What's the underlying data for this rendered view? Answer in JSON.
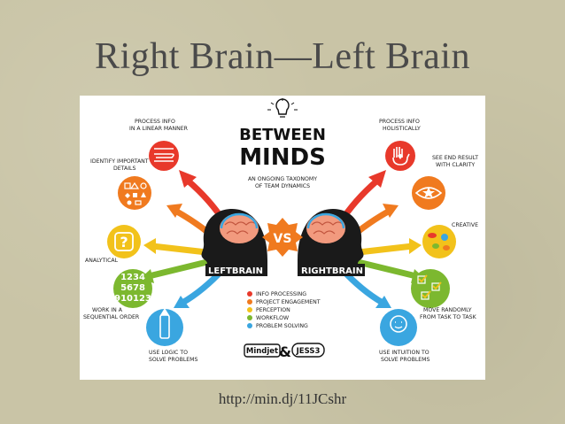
{
  "slide": {
    "title": "Right Brain—Left Brain",
    "link": "http://min.dj/11JCshr"
  },
  "poster": {
    "title_line1": "BETWEEN",
    "title_line2": "MINDS",
    "subtitle_line1": "AN ONGOING TAXONOMY",
    "subtitle_line2": "OF TEAM DYNAMICS",
    "vs": "VS",
    "left_brain": "LEFTBRAIN",
    "right_brain": "RIGHTBRAIN",
    "left_labels": [
      {
        "line1": "PROCESS INFO",
        "line2": "IN A LINEAR MANNER"
      },
      {
        "line1": "IDENTIFY IMPORTANT",
        "line2": "DETAILS"
      },
      {
        "line1": "ANALYTICAL",
        "line2": ""
      },
      {
        "line1": "WORK IN A",
        "line2": "SEQUENTIAL ORDER"
      },
      {
        "line1": "USE LOGIC TO",
        "line2": "SOLVE PROBLEMS"
      }
    ],
    "right_labels": [
      {
        "line1": "PROCESS INFO",
        "line2": "HOLISTICALLY"
      },
      {
        "line1": "SEE END RESULT",
        "line2": "WITH CLARITY"
      },
      {
        "line1": "CREATIVE",
        "line2": ""
      },
      {
        "line1": "MOVE RANDOMLY",
        "line2": "FROM TASK TO TASK"
      },
      {
        "line1": "USE INTUITION TO",
        "line2": "SOLVE PROBLEMS"
      }
    ],
    "numbers": [
      "1234",
      "5678",
      "910123"
    ],
    "question_mark": "?",
    "legend": [
      {
        "label": "INFO PROCESSING",
        "color": "#e8392b"
      },
      {
        "label": "PROJECT ENGAGEMENT",
        "color": "#f07a1f"
      },
      {
        "label": "PERCEPTION",
        "color": "#f2c21b"
      },
      {
        "label": "WORKFLOW",
        "color": "#7cb82f"
      },
      {
        "label": "PROBLEM SOLVING",
        "color": "#3aa6e0"
      }
    ],
    "logo_mindjet": "Mindjet",
    "logo_amp": "&",
    "logo_jess3": "JESS3"
  },
  "colors": {
    "red": "#e8392b",
    "orange": "#f07a1f",
    "yellow": "#f2c21b",
    "green": "#7cb82f",
    "blue": "#3aa6e0",
    "brain": "#f29a7e"
  }
}
